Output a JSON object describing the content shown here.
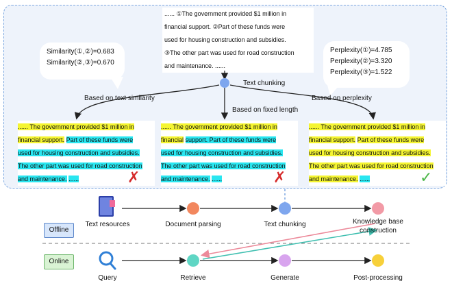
{
  "top": {
    "source_text": {
      "line1": "...... ①The government provided $1 million in",
      "line2": "financial support. ②Part of these funds were",
      "line3": "used for housing construction and subsidies.",
      "line4": "③The other part was used for road construction",
      "line5": "and maintenance. ......"
    },
    "similarity_bubble": {
      "line1": "Similarity(①,②)=0.683",
      "line2": "Similarity(②,③)=0.670"
    },
    "perplexity_bubble": {
      "line1": "Perplexity(①)=4.785",
      "line2": "Perplexity(②)=3.320",
      "line3": "Perplexity(③)=1.522"
    },
    "chunking_label": "Text chunking",
    "branch_labels": {
      "similarity": "Based on text similarity",
      "fixed": "Based on fixed length",
      "perplexity": "Based on perplexity"
    },
    "results": [
      {
        "status": "wrong",
        "mark": "✗"
      },
      {
        "status": "wrong",
        "mark": "✗"
      },
      {
        "status": "correct",
        "mark": "✓"
      }
    ],
    "chunk_text": {
      "a": "...... The government provided $1 million in",
      "b": "financial support.",
      "c": "Part of these funds were",
      "d": "used for housing construction and subsidies.",
      "e": "The other part was used for road construction",
      "f": "and maintenance.",
      "g": "......",
      "b2a": "financial",
      "b2b": "support. Part of these funds were",
      "f3a": "and maintenance."
    }
  },
  "pipeline": {
    "offline_label": "Offline",
    "online_label": "Online",
    "offline_nodes": [
      {
        "label": "Text resources",
        "color": "#5b6fd6"
      },
      {
        "label": "Document parsing",
        "color": "#f2875e"
      },
      {
        "label": "Text chunking",
        "color": "#7ea6ee"
      },
      {
        "label": "Knowledge base construction",
        "color": "#f29aa6"
      }
    ],
    "online_nodes": [
      {
        "label": "Query",
        "color": "#2f7fd6"
      },
      {
        "label": "Retrieve",
        "color": "#5fd6c4"
      },
      {
        "label": "Generate",
        "color": "#d8a4ee"
      },
      {
        "label": "Post-processing",
        "color": "#f7d03a"
      }
    ],
    "kb_label_line1": "Knowledge base",
    "kb_label_line2": "construction"
  },
  "colors": {
    "panel_border": "#7aa6e0",
    "highlight_yellow": "#f5f531",
    "highlight_cyan": "#29e6f0",
    "wrong": "#d62b2b",
    "correct": "#4cb648"
  }
}
